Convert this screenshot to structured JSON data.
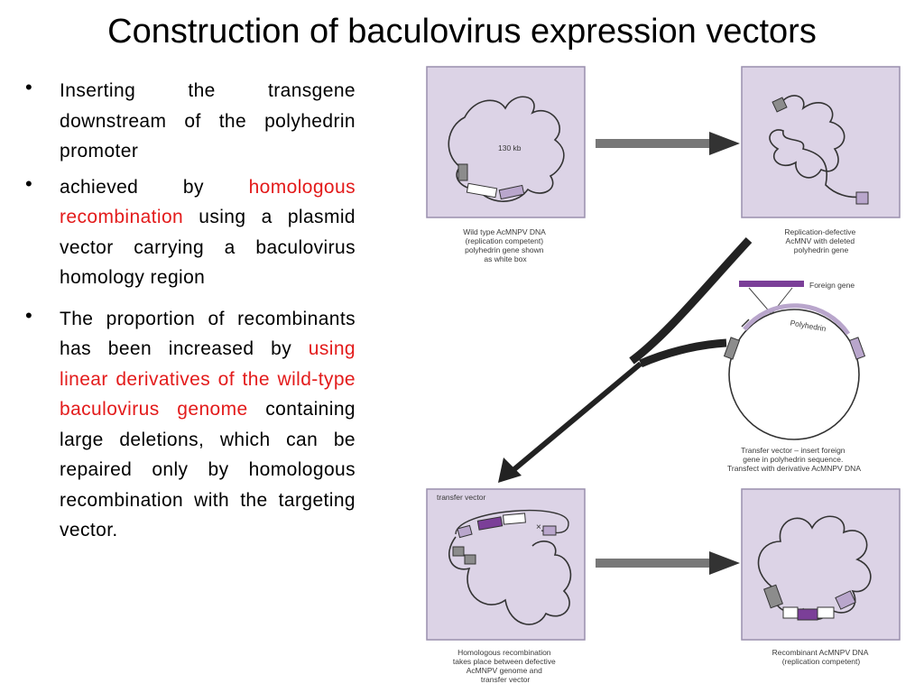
{
  "title": "Construction of baculovirus expression vectors",
  "bullets": [
    {
      "parts": [
        {
          "text": "Inserting the transgene downstream of the polyhedrin promoter",
          "highlight": false
        }
      ]
    },
    {
      "parts": [
        {
          "text": "achieved by ",
          "highlight": false
        },
        {
          "text": "homologous recombination",
          "highlight": true
        },
        {
          "text": " using a plasmid vector carrying a baculovirus homology region",
          "highlight": false
        }
      ]
    },
    {
      "parts": [
        {
          "text": "The proportion of recombinants has been increased by ",
          "highlight": false
        },
        {
          "text": "using linear derivatives of the wild-type baculovirus genome",
          "highlight": true
        },
        {
          "text": " containing large deletions, which can be repaired only by homologous recombination with the targeting vector.",
          "highlight": false
        }
      ]
    }
  ],
  "figure": {
    "panel1": {
      "size_label": "130 kb",
      "caption": [
        "Wild type AcMNPV DNA",
        "(replication competent)",
        "polyhedrin gene shown",
        "as white box"
      ]
    },
    "panel2": {
      "caption": [
        "Replication-defective",
        "AcMNV with deleted",
        "polyhedrin gene"
      ]
    },
    "panel3": {
      "foreign_gene_label": "Foreign gene",
      "polyhedrin_label": "Polyhedrin",
      "caption": [
        "Transfer vector – insert foreign",
        "gene in polyhedrin sequence.",
        "Transfect with derivative AcMNPV DNA"
      ]
    },
    "panel4": {
      "transfer_label": "transfer vector",
      "caption": [
        "Homologous recombination",
        "takes place between defective",
        "AcMNPV genome and",
        "transfer vector"
      ]
    },
    "panel5": {
      "caption": [
        "Recombinant AcMNPV DNA",
        "(replication competent)"
      ]
    }
  },
  "colors": {
    "highlight": "#e31b1b",
    "panel_fill": "#dcd3e6",
    "foreign_gene": "#7b3f98",
    "gray_box": "#8c8c8c",
    "light_purple": "#b9a6cc"
  }
}
